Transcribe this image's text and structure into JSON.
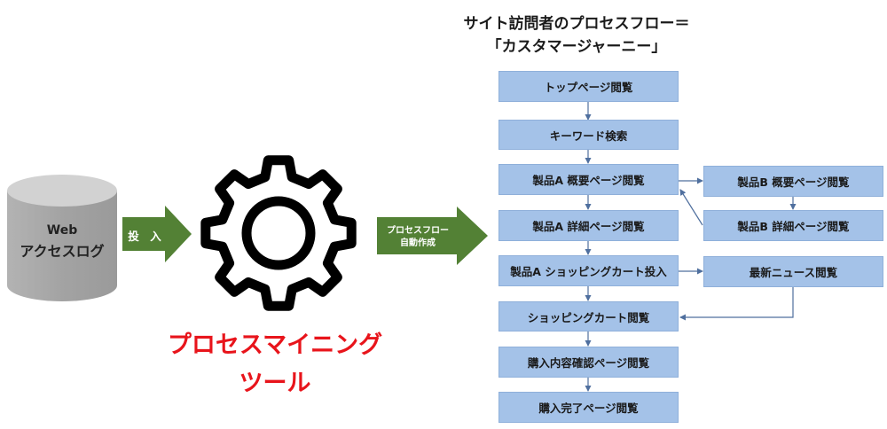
{
  "title": {
    "line1": "サイト訪問者のプロセスフロー＝",
    "line2": "「カスタマージャーニー」"
  },
  "database": {
    "label_line1": "Web",
    "label_line2": "アクセスログ",
    "icon": "database-cylinder-icon"
  },
  "input_arrow": {
    "label": "投　入"
  },
  "process_arrow": {
    "label_line1": "プロセスフロー",
    "label_line2": "自動作成"
  },
  "tool": {
    "icon": "gear-icon",
    "label_line1": "プロセスマイニング",
    "label_line2": "ツール"
  },
  "flow": {
    "main_steps": [
      "トップページ閲覧",
      "キーワード検索",
      "製品A 概要ページ閲覧",
      "製品A 詳細ページ閲覧",
      "製品A ショッピングカート投入",
      "ショッピングカート閲覧",
      "購入内容確認ページ閲覧",
      "購入完了ページ閲覧"
    ],
    "side_steps": [
      "製品B 概要ページ閲覧",
      "製品B 詳細ページ閲覧",
      "最新ニュース閲覧"
    ]
  },
  "colors": {
    "box_fill": "#a4c2e8",
    "connector": "#4f6f9e",
    "block_arrow": "#538135",
    "tool_label": "#e8141b",
    "database": "#a6a6a6"
  }
}
